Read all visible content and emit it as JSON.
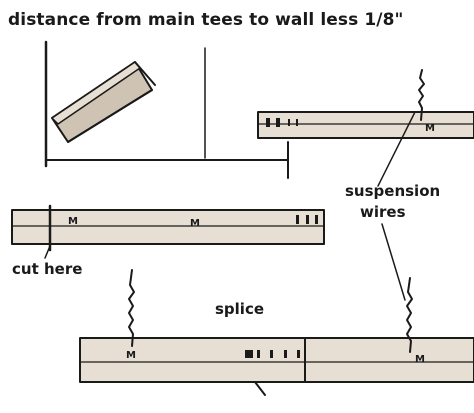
{
  "labels": {
    "title": "distance from main tees to wall less 1/8\"",
    "suspension": "suspension",
    "wires": "wires",
    "cut": "cut here",
    "splice": "splice"
  },
  "colors": {
    "ink": "#1a1a1a",
    "tee_face": "#e7dfd3",
    "tee_shade": "#cfc4b4",
    "background": "#ffffff"
  }
}
